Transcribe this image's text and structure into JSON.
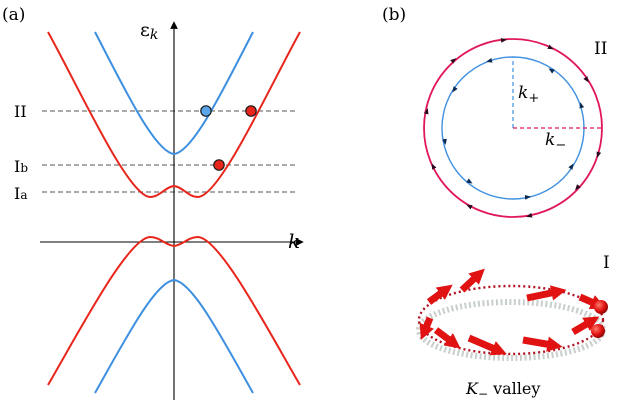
{
  "panel_a": {
    "panel_label": "(a)",
    "y_axis_label": "ε",
    "y_axis_sub": "k",
    "x_axis_label": "k",
    "level_labels": {
      "II": "II",
      "Ib_main": "I",
      "Ib_sub": "b",
      "Ia_main": "I",
      "Ia_sub": "a"
    }
  },
  "panel_b": {
    "panel_label": "(b)",
    "region_II_label": "II",
    "k_plus_main": "k",
    "k_plus_sub": "+",
    "k_minus_main": "k",
    "k_minus_sub": "−",
    "region_I_label": "I",
    "valley_main": "K",
    "valley_sub": "−",
    "valley_word": " valley"
  },
  "colors": {
    "red_band": "#e8261c",
    "blue_band": "#3d8fe0",
    "pink_ring": "#e0185a",
    "spin_arrow": "#e01212",
    "ring_shadow": "#9aa8a0",
    "dashed_gray": "#555555"
  }
}
